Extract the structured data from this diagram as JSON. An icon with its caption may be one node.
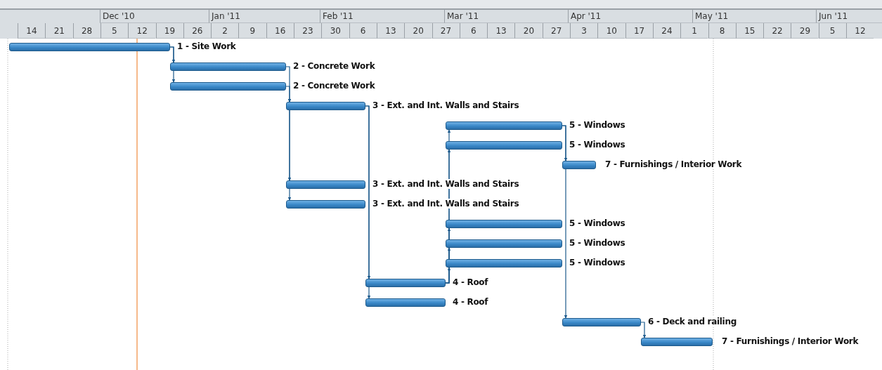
{
  "diagram": {
    "nodes": [
      {
        "text": [],
        "shape": "bar",
        "beside": [
          "1 - Site Work"
        ]
      },
      {
        "text": [],
        "shape": "bar",
        "beside": [
          "2 - Concrete Work"
        ]
      },
      {
        "text": [],
        "shape": "bar",
        "beside": [
          "2 - Concrete Work"
        ]
      },
      {
        "text": [],
        "shape": "bar",
        "beside": [
          "3 - Ext. and Int. Walls and Stairs"
        ]
      },
      {
        "text": [],
        "shape": "bar",
        "beside": [
          "5 - Windows"
        ]
      },
      {
        "text": [],
        "shape": "bar",
        "beside": [
          "5 - Windows"
        ]
      },
      {
        "text": [],
        "shape": "bar",
        "beside": [
          "7 - Furnishings / Interior Work"
        ]
      },
      {
        "text": [],
        "shape": "bar",
        "beside": [
          "3 - Ext. and Int. Walls and Stairs"
        ]
      },
      {
        "text": [],
        "shape": "bar",
        "beside": [
          "3 - Ext. and Int. Walls and Stairs"
        ]
      },
      {
        "text": [],
        "shape": "bar",
        "beside": [
          "5 - Windows"
        ]
      },
      {
        "text": [],
        "shape": "bar",
        "beside": [
          "5 - Windows"
        ]
      },
      {
        "text": [],
        "shape": "bar",
        "beside": [
          "5 - Windows"
        ]
      },
      {
        "text": [],
        "shape": "bar",
        "beside": [
          "4 - Roof"
        ]
      },
      {
        "text": [],
        "shape": "bar",
        "beside": [
          "4 - Roof"
        ]
      },
      {
        "text": [],
        "shape": "bar",
        "beside": [
          "6 - Deck and railing"
        ]
      },
      {
        "text": [],
        "shape": "bar",
        "beside": [
          "7 - Furnishings / Interior Work"
        ]
      }
    ],
    "edges": [
      {
        "from": 0,
        "to": 1,
        "arrow": "to"
      },
      {
        "from": 0,
        "to": 2,
        "arrow": "to"
      },
      {
        "from": 1,
        "to": 3,
        "arrow": "to"
      },
      {
        "from": 2,
        "to": 3,
        "arrow": "to"
      },
      {
        "from": 3,
        "to": 7,
        "arrow": "to"
      },
      {
        "from": 3,
        "to": 8,
        "arrow": "to"
      },
      {
        "from": 3,
        "to": 12,
        "arrow": "to"
      },
      {
        "from": 3,
        "to": 13,
        "arrow": "to"
      },
      {
        "from": 12,
        "to": 11,
        "arrow": "to"
      },
      {
        "from": 12,
        "to": 10,
        "arrow": "to"
      },
      {
        "from": 12,
        "to": 9,
        "arrow": "to"
      },
      {
        "from": 12,
        "to": 5,
        "arrow": "to"
      },
      {
        "from": 12,
        "to": 4,
        "arrow": "to"
      },
      {
        "from": 4,
        "to": 6,
        "arrow": "to"
      },
      {
        "from": 4,
        "to": 14,
        "arrow": "to"
      },
      {
        "from": 14,
        "to": 15,
        "arrow": "to"
      }
    ],
    "labels": [
      "Dec '10",
      "Jan '11",
      "Feb '11",
      "Mar '11",
      "Apr '11",
      "May '11",
      "Jun '11",
      "14",
      "21",
      "28",
      "5",
      "12",
      "19",
      "26",
      "2",
      "9",
      "16",
      "23",
      "30",
      "6",
      "13",
      "20",
      "27",
      "6",
      "13",
      "20",
      "27",
      "3",
      "10",
      "17",
      "24",
      "1",
      "8",
      "15",
      "22",
      "29",
      "5",
      "12"
    ]
  }
}
